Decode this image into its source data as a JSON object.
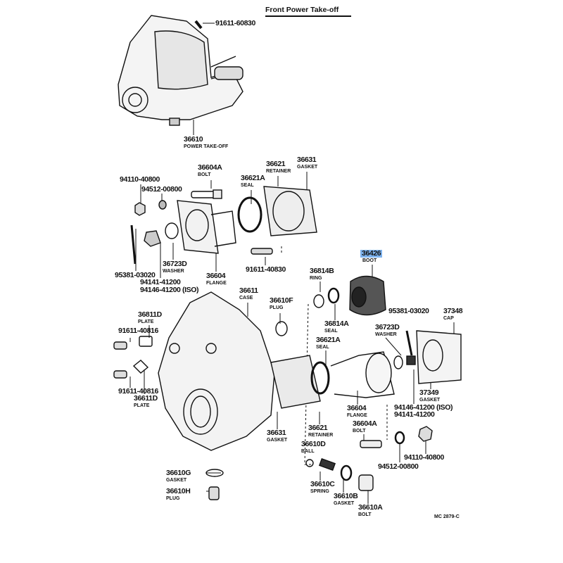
{
  "title": "Front Power Take-off",
  "diagram_code": "MC 2879-C",
  "highlight_color": "#7eb3ee",
  "labels": [
    {
      "part": "91611-60830",
      "name": ""
    },
    {
      "part": "36610",
      "name": "POWER TAKE-OFF"
    },
    {
      "part": "94110-40800",
      "name": ""
    },
    {
      "part": "94512-00800",
      "name": ""
    },
    {
      "part": "36604A",
      "name": "BOLT"
    },
    {
      "part": "36621A",
      "name": "SEAL"
    },
    {
      "part": "36621",
      "name": "RETAINER"
    },
    {
      "part": "36631",
      "name": "GASKET"
    },
    {
      "part": "36723D",
      "name": "WASHER"
    },
    {
      "part": "95381-03020",
      "name": ""
    },
    {
      "part": "94141-41200",
      "name": ""
    },
    {
      "part": "94146-41200 (ISO)",
      "name": ""
    },
    {
      "part": "36604",
      "name": "FLANGE"
    },
    {
      "part": "91611-40830",
      "name": ""
    },
    {
      "part": "36426",
      "name": "BOOT"
    },
    {
      "part": "36814B",
      "name": "RING"
    },
    {
      "part": "36814A",
      "name": "SEAL"
    },
    {
      "part": "36611",
      "name": "CASE"
    },
    {
      "part": "36610F",
      "name": "PLUG"
    },
    {
      "part": "36811D",
      "name": "PLATE"
    },
    {
      "part": "91611-40816",
      "name": ""
    },
    {
      "part": "91611-40816",
      "name": ""
    },
    {
      "part": "36611D",
      "name": "PLATE"
    },
    {
      "part": "95381-03020",
      "name": ""
    },
    {
      "part": "37348",
      "name": "CAP"
    },
    {
      "part": "36723D",
      "name": "WASHER"
    },
    {
      "part": "36621A",
      "name": "SEAL"
    },
    {
      "part": "37349",
      "name": "GASKET"
    },
    {
      "part": "94146-41200 (ISO)",
      "name": ""
    },
    {
      "part": "94141-41200",
      "name": ""
    },
    {
      "part": "36604",
      "name": "FLANGE"
    },
    {
      "part": "36604A",
      "name": "BOLT"
    },
    {
      "part": "36621",
      "name": "RETAINER"
    },
    {
      "part": "36631",
      "name": "GASKET"
    },
    {
      "part": "36610D",
      "name": "BALL"
    },
    {
      "part": "94110-40800",
      "name": ""
    },
    {
      "part": "94512-00800",
      "name": ""
    },
    {
      "part": "36610G",
      "name": "GASKET"
    },
    {
      "part": "36610H",
      "name": "PLUG"
    },
    {
      "part": "36610C",
      "name": "SPRING"
    },
    {
      "part": "36610B",
      "name": "GASKET"
    },
    {
      "part": "36610A",
      "name": "BOLT"
    }
  ]
}
